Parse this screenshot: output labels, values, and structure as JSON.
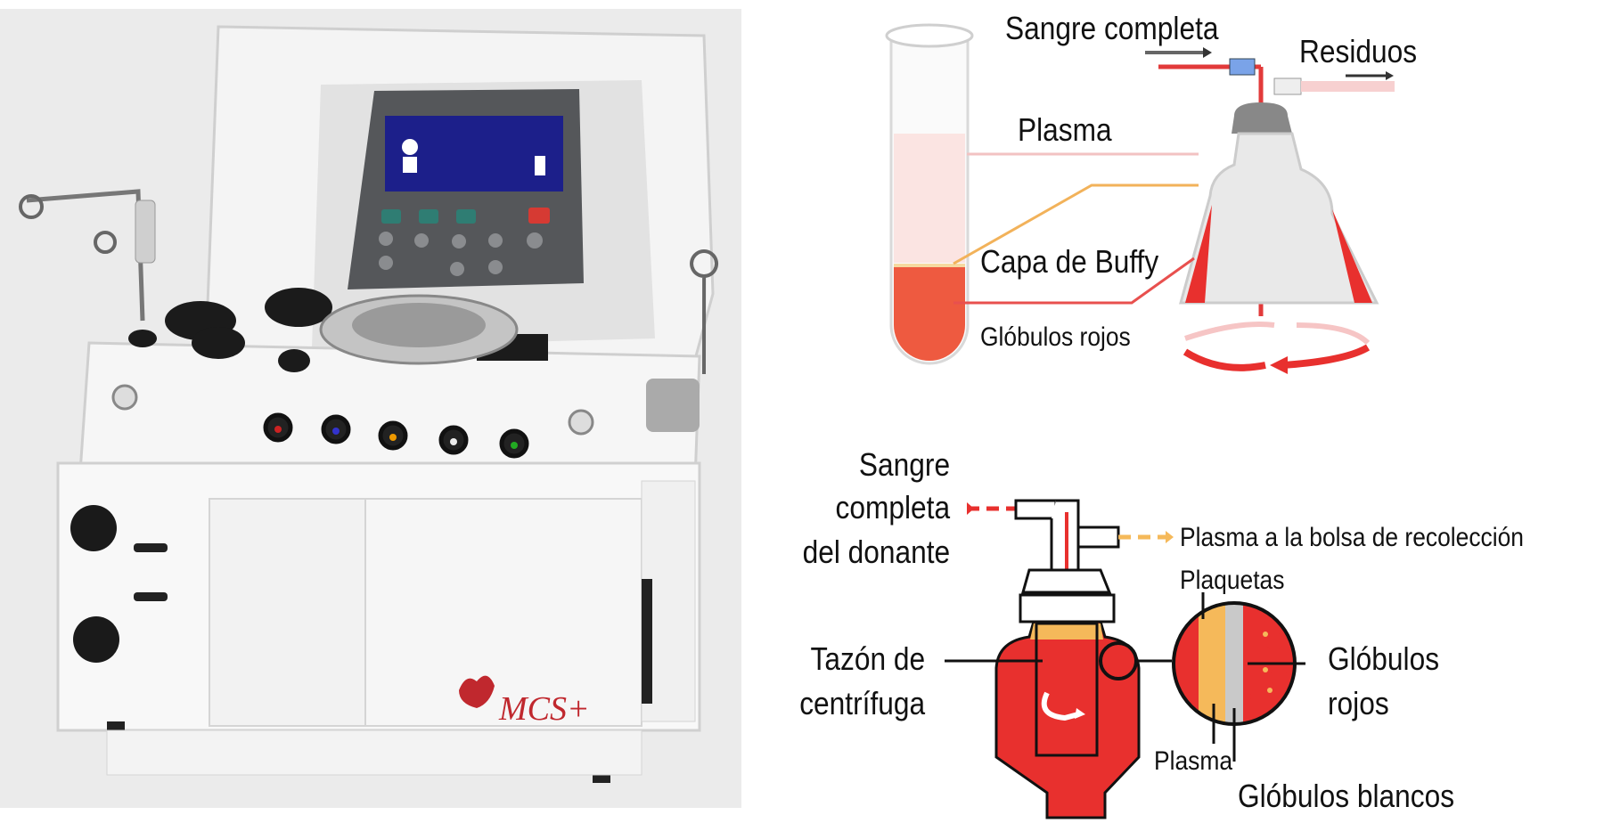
{
  "machine": {
    "logo_text": "MCS+"
  },
  "top_diagram": {
    "whole_blood": "Sangre completa",
    "waste": "Residuos",
    "plasma": "Plasma",
    "buffy_coat": "Capa de Buffy",
    "red_cells": "Glóbulos rojos"
  },
  "bottom_diagram": {
    "donor_blood_line1": "Sangre",
    "donor_blood_line2": "completa",
    "donor_blood_line3": "del donante",
    "plasma_to_bag": "Plasma a la bolsa de recolección",
    "platelets": "Plaquetas",
    "bowl_line1": "Tazón de",
    "bowl_line2": "centrífuga",
    "red_cells_line1": "Glóbulos",
    "red_cells_line2": "rojos",
    "plasma": "Plasma",
    "white_cells": "Glóbulos blancos"
  },
  "colors": {
    "blood_red": "#e8302e",
    "plasma_yellow": "#f5b95a",
    "photo_bg": "#ebebeb"
  }
}
